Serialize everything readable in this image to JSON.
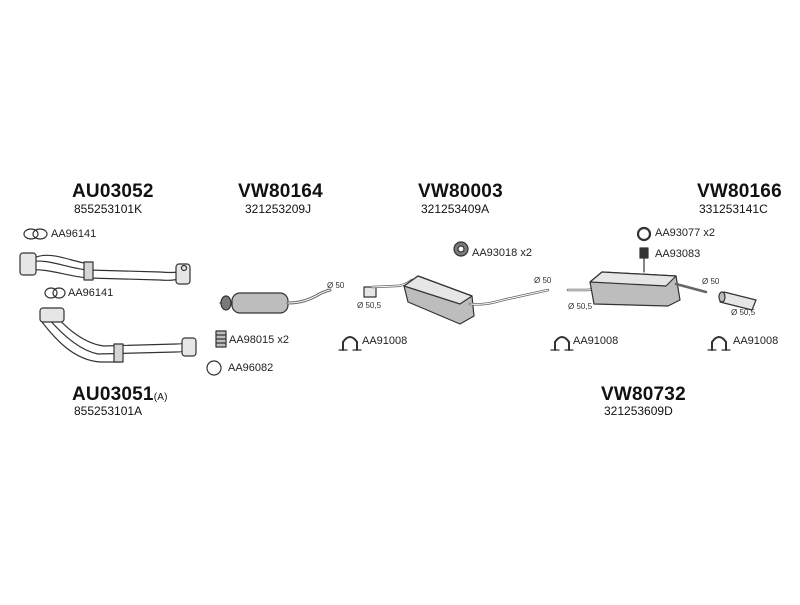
{
  "colors": {
    "line": "#333333",
    "fill_light": "#e6e6e6",
    "fill_mid": "#bdbdbd",
    "fill_dark": "#7a7a7a"
  },
  "groups": {
    "au03052": {
      "code": "AU03052",
      "oem": "855253101K"
    },
    "au03051": {
      "code": "AU03051",
      "note": "(A)",
      "oem": "855253101A"
    },
    "vw80164": {
      "code": "VW80164",
      "oem": "321253209J"
    },
    "vw80003": {
      "code": "VW80003",
      "oem": "321253409A"
    },
    "vw80166": {
      "code": "VW80166",
      "oem": "331253141C"
    },
    "vw80732": {
      "code": "VW80732",
      "oem": "321253609D"
    }
  },
  "accessories": {
    "aa96141_top": "AA96141",
    "aa96141_bottom": "AA96141",
    "aa98015": "AA98015 x2",
    "aa96082": "AA96082",
    "aa91008_a": "AA91008",
    "aa93018": "AA93018 x2",
    "aa91008_b": "AA91008",
    "aa93077": "AA93077 x2",
    "aa93083": "AA93083",
    "aa91008_c": "AA91008"
  },
  "diameters": {
    "d50_1": "Ø 50",
    "d505_1": "Ø 50,5",
    "d50_2": "Ø 50",
    "d505_2": "Ø 50,5",
    "d50_3": "Ø 50",
    "d505_3": "Ø 50,5"
  }
}
